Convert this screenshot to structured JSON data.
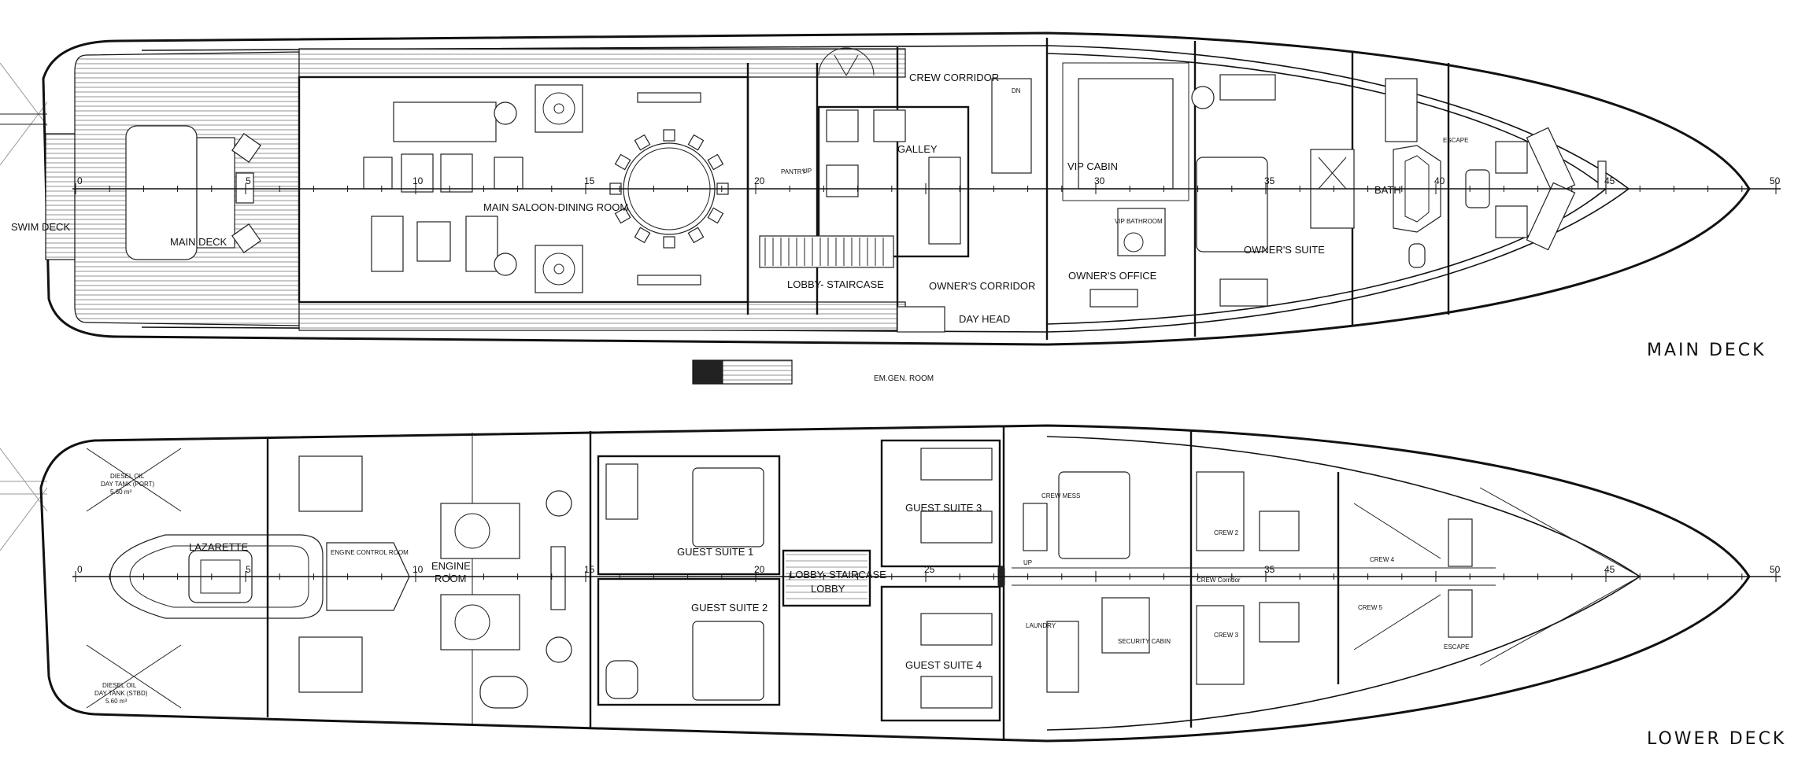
{
  "main_deck": {
    "title": "MAIN DECK",
    "rooms": {
      "swim_deck": "SWIM DECK",
      "main_deck": "MAIN DECK",
      "saloon": "MAIN SALOON-DINING ROOM",
      "pantry": "PANTRY",
      "galley": "GALLEY",
      "crew_corridor": "CREW CORRIDOR",
      "lobby_staircase": "LOBBY- STAIRCASE",
      "owners_corridor": "OWNER'S CORRIDOR",
      "day_head": "DAY HEAD",
      "vip_cabin": "VIP CABIN",
      "vip_bathroom": "VIP BATHROOM",
      "owners_office": "OWNER'S OFFICE",
      "owners_suite": "OWNER'S SUITE",
      "bath": "BATH",
      "escape": "ESCAPE",
      "em_gen_room": "EM.GEN. ROOM",
      "up": "UP",
      "dn": "DN"
    },
    "frames": [
      "0",
      "5",
      "10",
      "15",
      "20",
      "30",
      "35",
      "40",
      "45",
      "50"
    ]
  },
  "lower_deck": {
    "title": "LOWER DECK",
    "rooms": {
      "diesel_port": "DIESEL OIL",
      "diesel_port_2": "DAY TANK (PORT)",
      "diesel_port_3": "5.60 m³",
      "diesel_stbd": "DIESEL OIL",
      "diesel_stbd_2": "DAY TANK (STBD)",
      "diesel_stbd_3": "5.60 m³",
      "lazarette": "LAZARETTE",
      "engine_room": "ENGINE",
      "engine_room_2": "ROOM",
      "engine_control": "ENGINE CONTROL ROOM",
      "guest_suite_1": "GUEST SUITE 1",
      "guest_suite_2": "GUEST SUITE 2",
      "guest_suite_3": "GUEST SUITE 3",
      "guest_suite_4": "GUEST SUITE 4",
      "lobby_staircase": "LOBBY- STAIRCASE",
      "lobby": "LOBBY",
      "crew_mess": "CREW MESS",
      "up": "UP",
      "laundry": "LAUNDRY",
      "security_cabin": "SECURITY CABIN",
      "crew_2": "CREW 2",
      "crew_3": "CREW 3",
      "crew_4": "CREW 4",
      "crew_5": "CREW 5",
      "crew_corridor": "CREW Corridor",
      "escape": "ESCAPE"
    },
    "frames": [
      "0",
      "5",
      "10",
      "15",
      "20",
      "25",
      "35",
      "45",
      "50"
    ]
  }
}
